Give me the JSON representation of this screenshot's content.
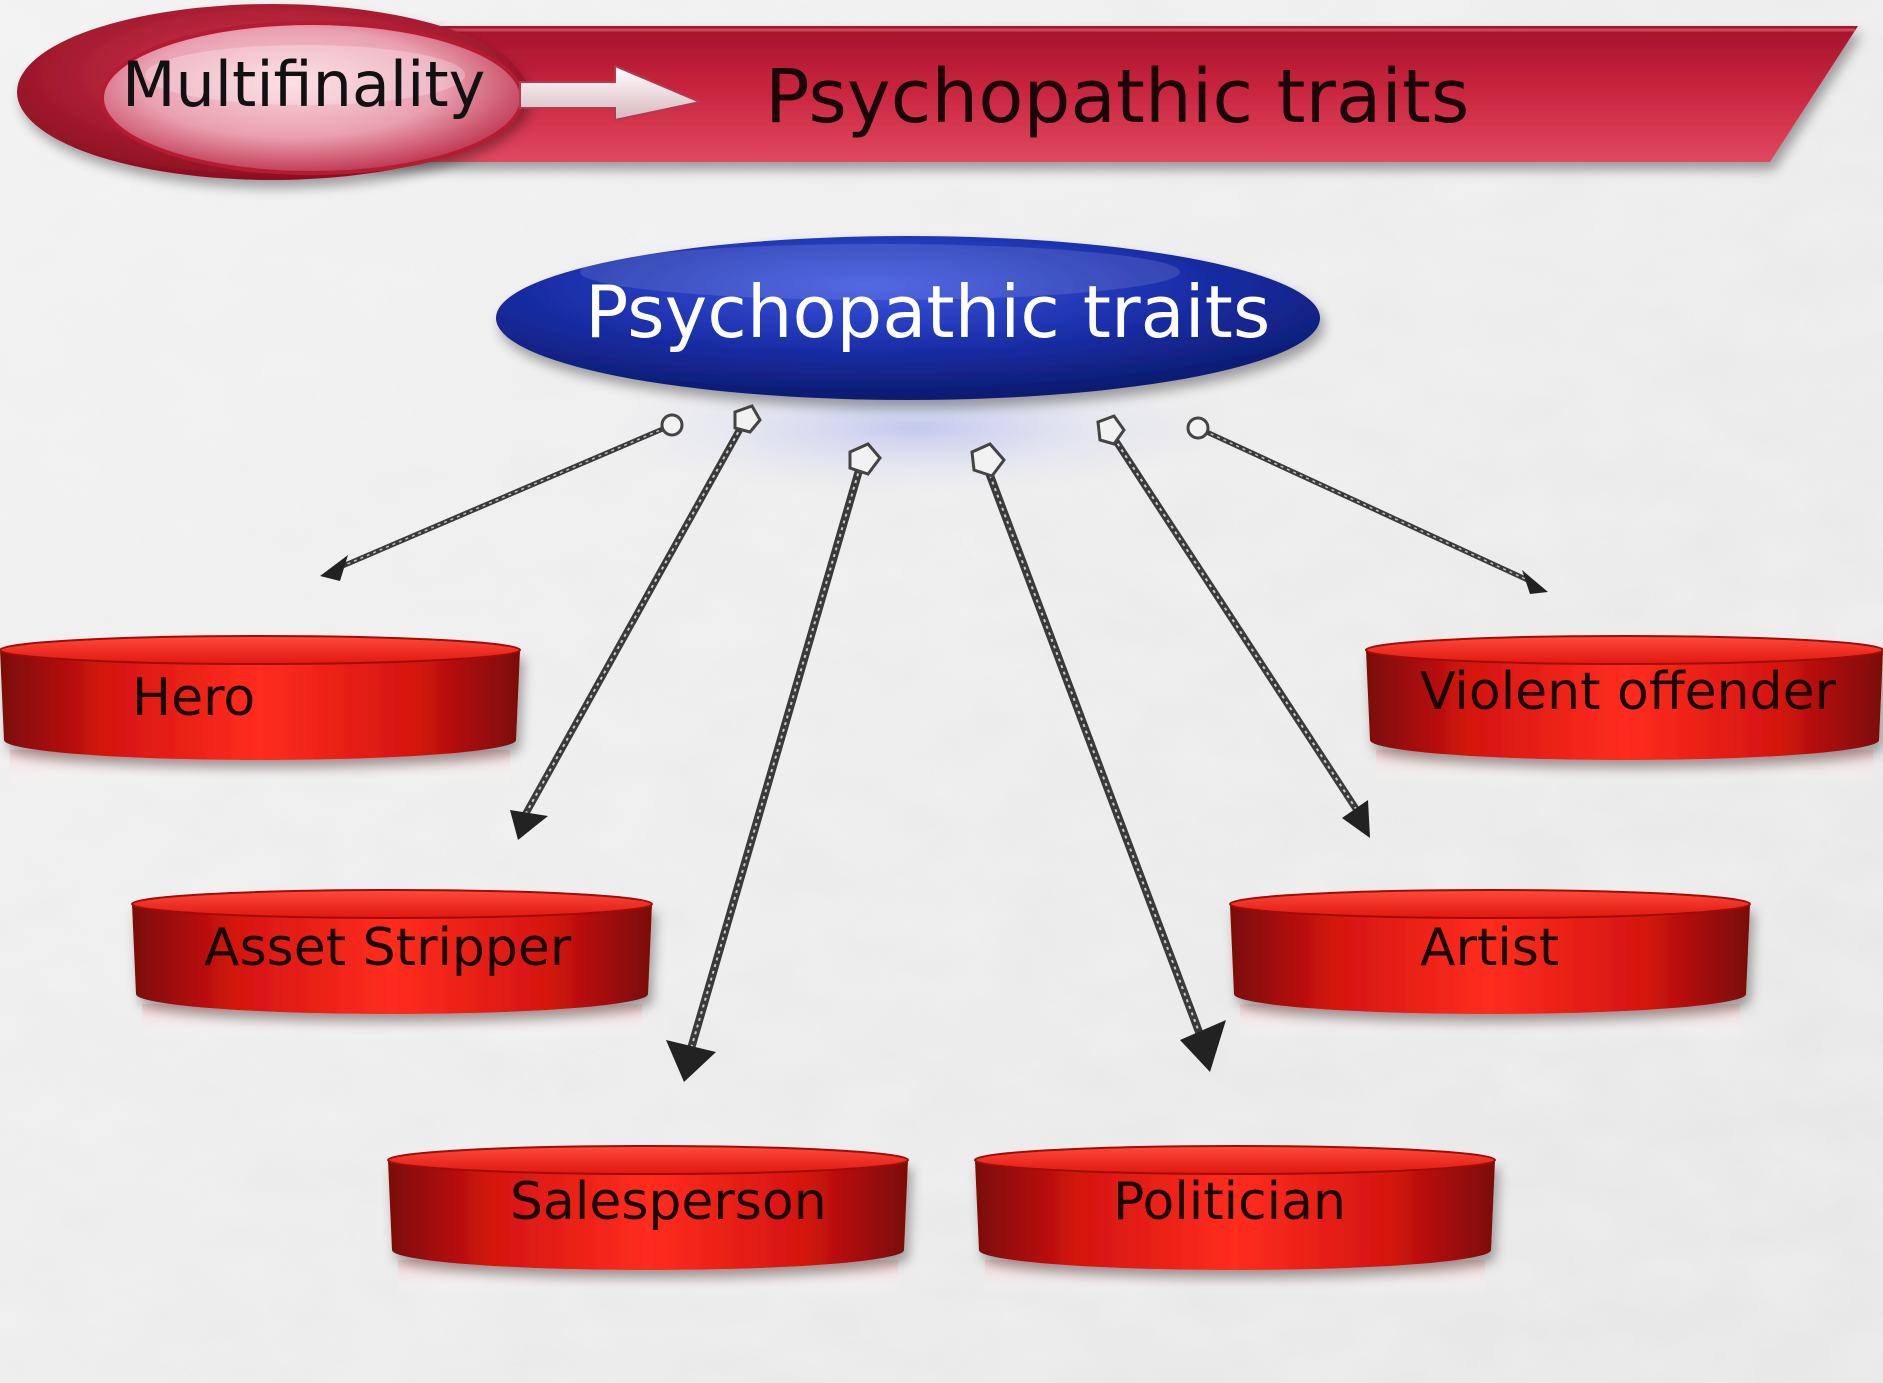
{
  "banner": {
    "title": "Psychopathic traits",
    "subtitle": "Multifinality"
  },
  "center": {
    "label": "Psychopathic traits"
  },
  "outcomes": [
    {
      "label": "Hero"
    },
    {
      "label": "Asset Stripper"
    },
    {
      "label": "Salesperson"
    },
    {
      "label": "Politician"
    },
    {
      "label": "Artist"
    },
    {
      "label": "Violent offender"
    }
  ],
  "colors": {
    "banner_red": "#c4223a",
    "plate_red": "#e8170f",
    "center_blue": "#1b2fa6",
    "arrow": "#3a3a3a",
    "background": "#ececec"
  }
}
